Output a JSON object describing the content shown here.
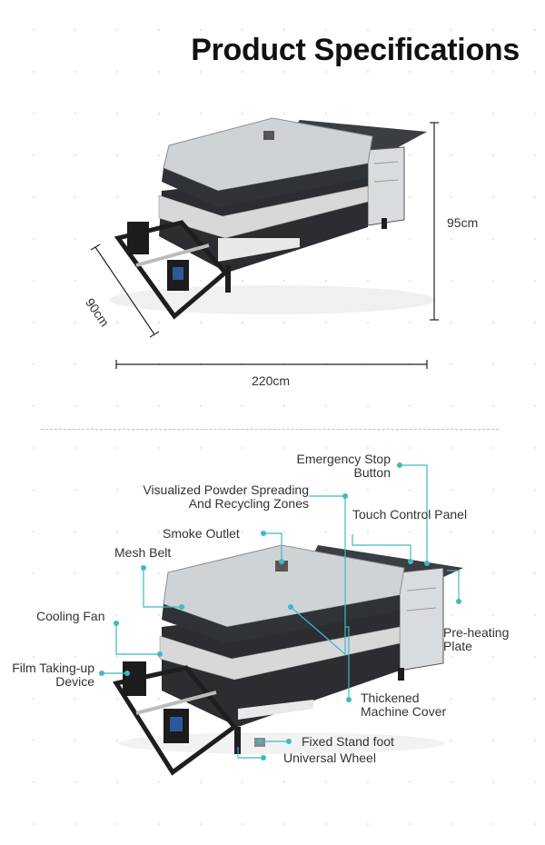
{
  "header": {
    "title": "Product Specifications"
  },
  "dimensions": {
    "height": "95cm",
    "depth": "90cm",
    "width": "220cm"
  },
  "callouts": {
    "emergency_stop": "Emergency Stop\nButton",
    "powder_zones": "Visualized Powder Spreading\nAnd Recycling Zones",
    "touch_panel": "Touch Control Panel",
    "smoke_outlet": "Smoke Outlet",
    "mesh_belt": "Mesh Belt",
    "cooling_fan": "Cooling Fan",
    "preheating_plate": "Pre-heating\nPlate",
    "film_takeup": "Film Taking-up\nDevice",
    "machine_cover": "Thickened\nMachine Cover",
    "stand_foot": "Fixed Stand foot",
    "universal_wheel": "Universal Wheel"
  },
  "colors": {
    "accent": "#3fb8c8",
    "text": "#333333",
    "title": "#111111"
  }
}
